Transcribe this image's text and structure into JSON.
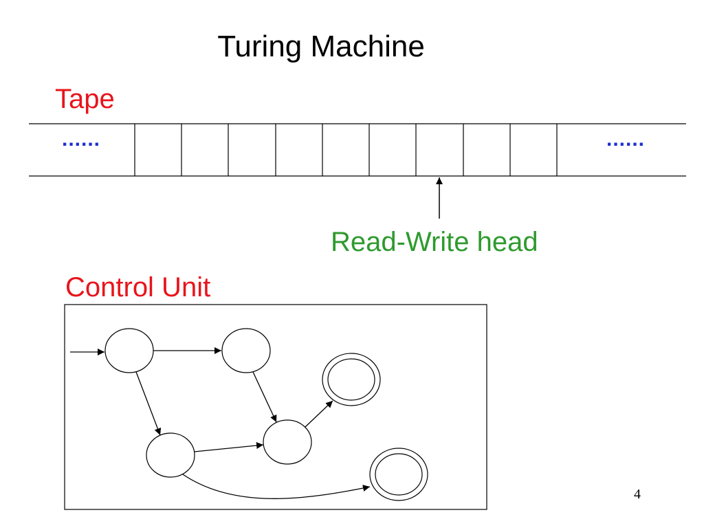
{
  "slide": {
    "title": "Turing Machine",
    "page_number": "4"
  },
  "tape": {
    "label": "Tape",
    "left_ellipsis": "......",
    "right_ellipsis": "......",
    "visible_cells": 9
  },
  "head": {
    "label": "Read-Write head"
  },
  "control_unit": {
    "label": "Control Unit",
    "states": [
      {
        "id": "s0",
        "kind": "start"
      },
      {
        "id": "s1",
        "kind": "normal"
      },
      {
        "id": "s2",
        "kind": "normal"
      },
      {
        "id": "s3",
        "kind": "normal"
      },
      {
        "id": "s4",
        "kind": "accepting"
      },
      {
        "id": "s5",
        "kind": "accepting"
      }
    ],
    "transitions": [
      {
        "from": "s0",
        "to": "s1"
      },
      {
        "from": "s0",
        "to": "s2"
      },
      {
        "from": "s1",
        "to": "s3"
      },
      {
        "from": "s2",
        "to": "s3"
      },
      {
        "from": "s3",
        "to": "s4"
      },
      {
        "from": "s2",
        "to": "s5"
      }
    ]
  },
  "colors": {
    "title": "#000000",
    "tape_label": "#e8141b",
    "head_label": "#2e9a2e",
    "control_label": "#e8141b",
    "ellipsis": "#1c2fd0",
    "lines": "#000000"
  }
}
